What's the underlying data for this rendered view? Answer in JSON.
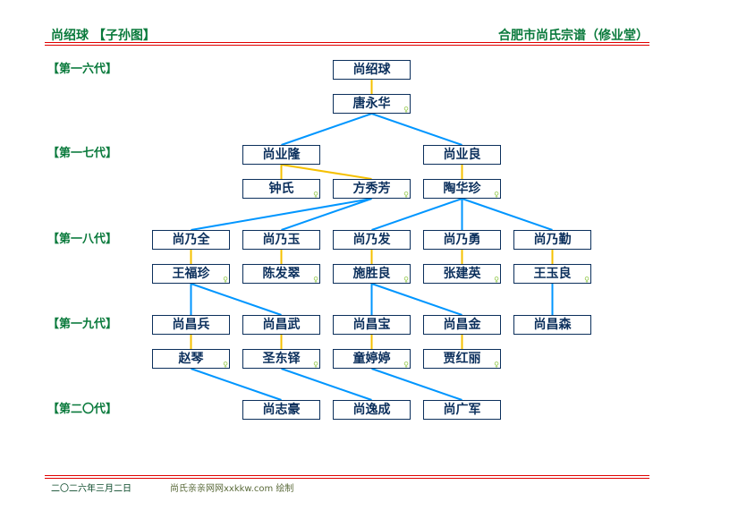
{
  "header": {
    "title": "尚绍球 【子孙图】",
    "genealogy": "合肥市尚氏宗谱（修业堂）"
  },
  "generations": [
    "【第一六代】",
    "【第一七代】",
    "【第一八代】",
    "【第一九代】",
    "【第二〇代】"
  ],
  "female_symbol": "♀",
  "colors": {
    "spouse_line": "#f5c000",
    "child_line": "#0096ff",
    "title_green": "#0a7a3c",
    "rule_red": "#e00000",
    "box_border": "#0b2f5c"
  },
  "people": {
    "p1": "尚绍球",
    "s1": "唐永华",
    "p2a": "尚业隆",
    "p2b": "尚业良",
    "s2a1": "钟氏",
    "s2a2": "方秀芳",
    "s2b": "陶华珍",
    "p3a": "尚乃全",
    "p3b": "尚乃玉",
    "p3c": "尚乃发",
    "p3d": "尚乃勇",
    "p3e": "尚乃勤",
    "s3a": "王福珍",
    "s3b": "陈发翠",
    "s3c": "施胜良",
    "s3d": "张建英",
    "s3e": "王玉良",
    "p4a": "尚昌兵",
    "p4b": "尚昌武",
    "p4c": "尚昌宝",
    "p4d": "尚昌金",
    "p4e": "尚昌森",
    "s4a": "赵琴",
    "s4b": "圣东铎",
    "s4c": "童婷婷",
    "s4d": "贾红丽",
    "p5b": "尚志豪",
    "p5c": "尚逸成",
    "p5d": "尚广军"
  },
  "footer": {
    "date": "二〇二六年三月二日",
    "credit": "尚氏亲亲网网xxkkw.com 绘制"
  }
}
